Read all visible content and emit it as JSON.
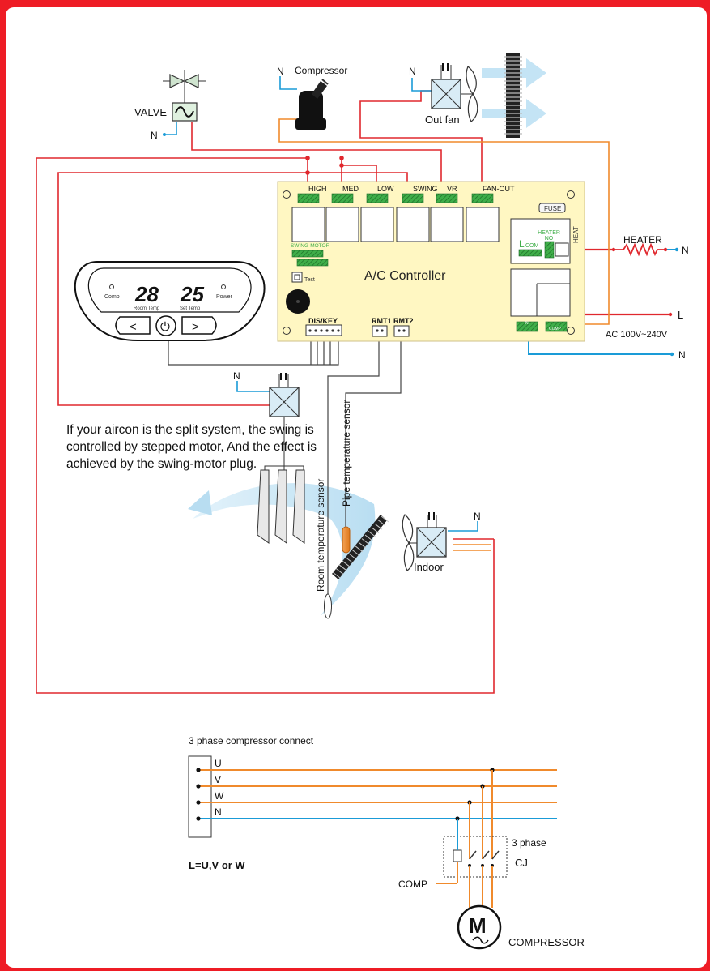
{
  "colors": {
    "border": "#ee1c25",
    "red_wire": "#e0282e",
    "blue_wire": "#1a9bd7",
    "orange_wire": "#f08a2c",
    "board": "#fff7c2",
    "terminal": "#3fae49"
  },
  "top": {
    "valve_label": "VALVE",
    "valve_n": "N",
    "compressor_n": "N",
    "compressor_label": "Compressor",
    "outfan_n": "N",
    "outfan_label": "Out fan"
  },
  "board": {
    "title": "A/C Controller",
    "terminals": [
      "HIGH",
      "MED",
      "LOW",
      "SWING",
      "VR",
      "FAN-OUT"
    ],
    "fuse": "FUSE",
    "swing_motor": "SWING-MOTOR",
    "test": "Test",
    "heater_no": "HEATER\nNO",
    "l_com": "L COM",
    "heat": "HEAT",
    "dis_key": "DIS/KEY",
    "rmt1": "RMT1",
    "rmt2": "RMT2",
    "n_term": "N",
    "comp_term": "COMP"
  },
  "power": {
    "heater": "HEATER",
    "heater_n": "N",
    "l": "L",
    "ac_range": "AC 100V~240V",
    "n": "N"
  },
  "display": {
    "comp": "Comp",
    "room_val": "28",
    "room_label": "Room Temp",
    "set_val": "25",
    "set_label": "Set Temp",
    "power": "Power",
    "btn_left": "<",
    "btn_power": "⏻",
    "btn_right": ">"
  },
  "swing": {
    "n": "N",
    "note": "If your aircon is the split system, the swing is controlled by stepped motor, And the effect is achieved by the swing-motor plug."
  },
  "sensors": {
    "pipe": "Pipe temperature sensor",
    "room": "Room temperature sensor"
  },
  "indoor": {
    "n": "N",
    "label": "Indoor"
  },
  "three_phase": {
    "title": "3 phase compressor connect",
    "lines": [
      "U",
      "V",
      "W",
      "N"
    ],
    "legend": "L=U,V  or  W",
    "cj_type": "3 phase",
    "cj": "CJ",
    "comp": "COMP",
    "motor": "M",
    "compressor": "COMPRESSOR"
  }
}
